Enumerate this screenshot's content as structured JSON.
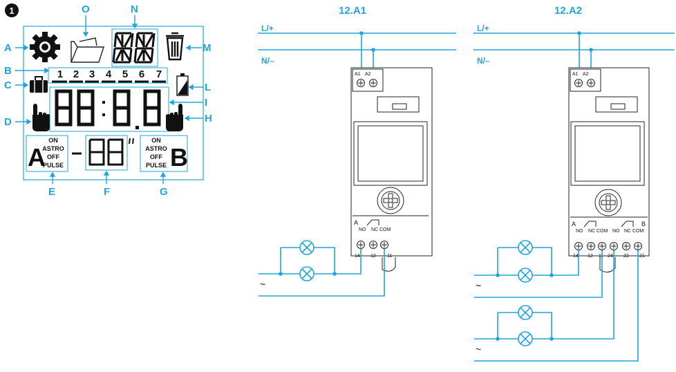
{
  "lcd": {
    "figure_number": "1",
    "callouts": {
      "a": "A",
      "b": "B",
      "c": "C",
      "d": "D",
      "e": "E",
      "f": "F",
      "g": "G",
      "h": "H",
      "i": "I",
      "l": "L",
      "m": "M",
      "n": "N",
      "o": "O"
    },
    "days": [
      "1",
      "2",
      "3",
      "4",
      "5",
      "6",
      "7"
    ],
    "channel_a": {
      "letter": "A",
      "modes": [
        "ON",
        "ASTRO",
        "OFF",
        "PULSE"
      ]
    },
    "channel_b": {
      "letter": "B",
      "modes": [
        "ON",
        "ASTRO",
        "OFF",
        "PULSE"
      ]
    }
  },
  "wiring": {
    "line_label": "L/+",
    "neutral_label": "N/–",
    "ac_symbol": "~",
    "model_a1": {
      "title": "12.A1",
      "terminals_top": [
        "A1",
        "A2"
      ],
      "channel": "A",
      "contacts": [
        "NO",
        "NC",
        "COM"
      ],
      "terminals_bottom": [
        "14",
        "12",
        "11"
      ]
    },
    "model_a2": {
      "title": "12.A2",
      "terminals_top": [
        "A1",
        "A2"
      ],
      "channel_a": "A",
      "channel_b": "B",
      "contacts": [
        "NO",
        "NC",
        "COM",
        "NO",
        "NC",
        "COM"
      ],
      "terminals_bottom": [
        "14",
        "12",
        "11",
        "24",
        "22",
        "21"
      ]
    }
  },
  "colors": {
    "accent": "#1ea5dc",
    "ink": "#111111"
  }
}
